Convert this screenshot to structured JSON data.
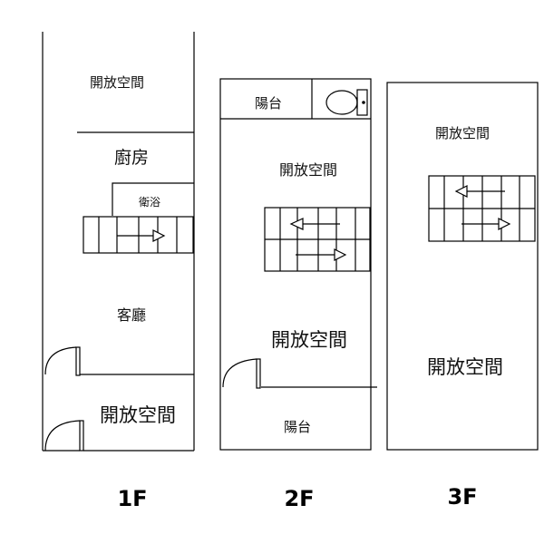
{
  "floors": [
    {
      "label": "1F",
      "rooms": [
        "開放空間",
        "廚房",
        "衛浴",
        "客廳",
        "開放空間"
      ]
    },
    {
      "label": "2F",
      "rooms": [
        "陽台",
        "開放空間",
        "開放空間",
        "陽台"
      ]
    },
    {
      "label": "3F",
      "rooms": [
        "開放空間",
        "開放空間"
      ]
    }
  ],
  "icons": [
    "toilet-icon",
    "door-swing-icon",
    "stair-icon",
    "stair-arrow-icon"
  ]
}
